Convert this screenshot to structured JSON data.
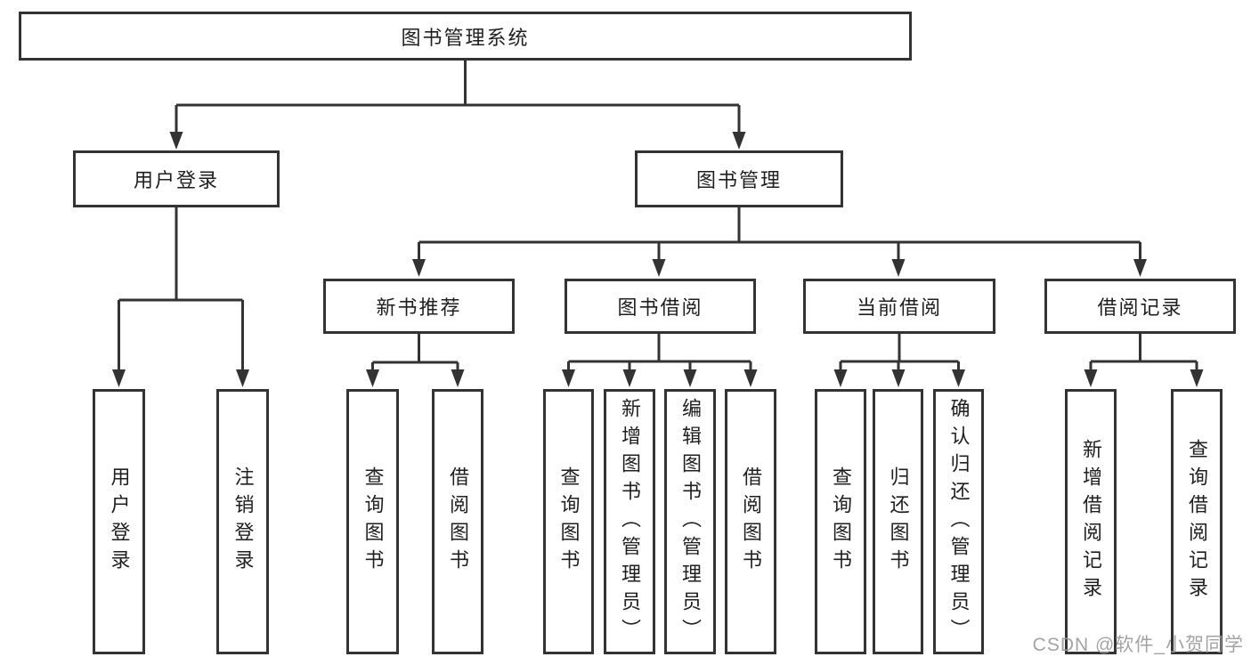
{
  "nodes": {
    "root": {
      "label": "图书管理系统"
    },
    "level2": [
      {
        "label": "用户登录"
      },
      {
        "label": "图书管理"
      }
    ],
    "level3": [
      {
        "label": "新书推荐"
      },
      {
        "label": "图书借阅"
      },
      {
        "label": "当前借阅"
      },
      {
        "label": "借阅记录"
      }
    ],
    "leaves": {
      "user_login": [
        {
          "label": "用户登录"
        },
        {
          "label": "注销登录"
        }
      ],
      "new_book": [
        {
          "label": "查询图书"
        },
        {
          "label": "借阅图书"
        }
      ],
      "borrow": [
        {
          "label": "查询图书"
        },
        {
          "label": "新增图书（管理员）"
        },
        {
          "label": "编辑图书（管理员）"
        },
        {
          "label": "借阅图书"
        }
      ],
      "current": [
        {
          "label": "查询图书"
        },
        {
          "label": "归还图书"
        },
        {
          "label": "确认归还（管理员）"
        }
      ],
      "record": [
        {
          "label": "新增借阅记录"
        },
        {
          "label": "查询借阅记录"
        }
      ]
    }
  },
  "watermark": "CSDN @软件_小贺同学",
  "colors": {
    "line": "#333333",
    "text": "#1f1f1f",
    "watermark": "#9c9c9c"
  }
}
